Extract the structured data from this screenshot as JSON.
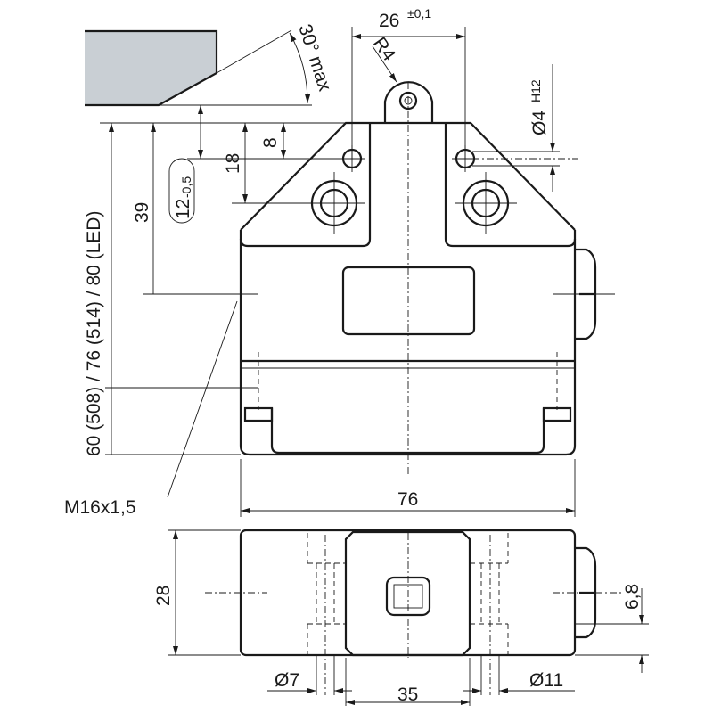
{
  "drawing": {
    "title": "Limit switch dimension drawing",
    "actuator_color": "#c9cfd4",
    "line_color": "#1a1a1a"
  },
  "dimensions": {
    "angle": "30° max",
    "roller_pitch": "26",
    "roller_pitch_tol": "±0,1",
    "roller_radius": "R4",
    "hole_dia": "Ø4",
    "hole_tol": "H12",
    "height_variants": "60 (508) / 76 (514) / 80 (LED)",
    "dim_39": "39",
    "travel": "12",
    "travel_tol": "-0,5",
    "dim_18": "18",
    "dim_8": "8",
    "thread": "M16x1,5",
    "width": "76",
    "depth": "28",
    "dim_6_8": "6,8",
    "dia_7": "Ø7",
    "dia_11": "Ø11",
    "dim_35": "35"
  }
}
